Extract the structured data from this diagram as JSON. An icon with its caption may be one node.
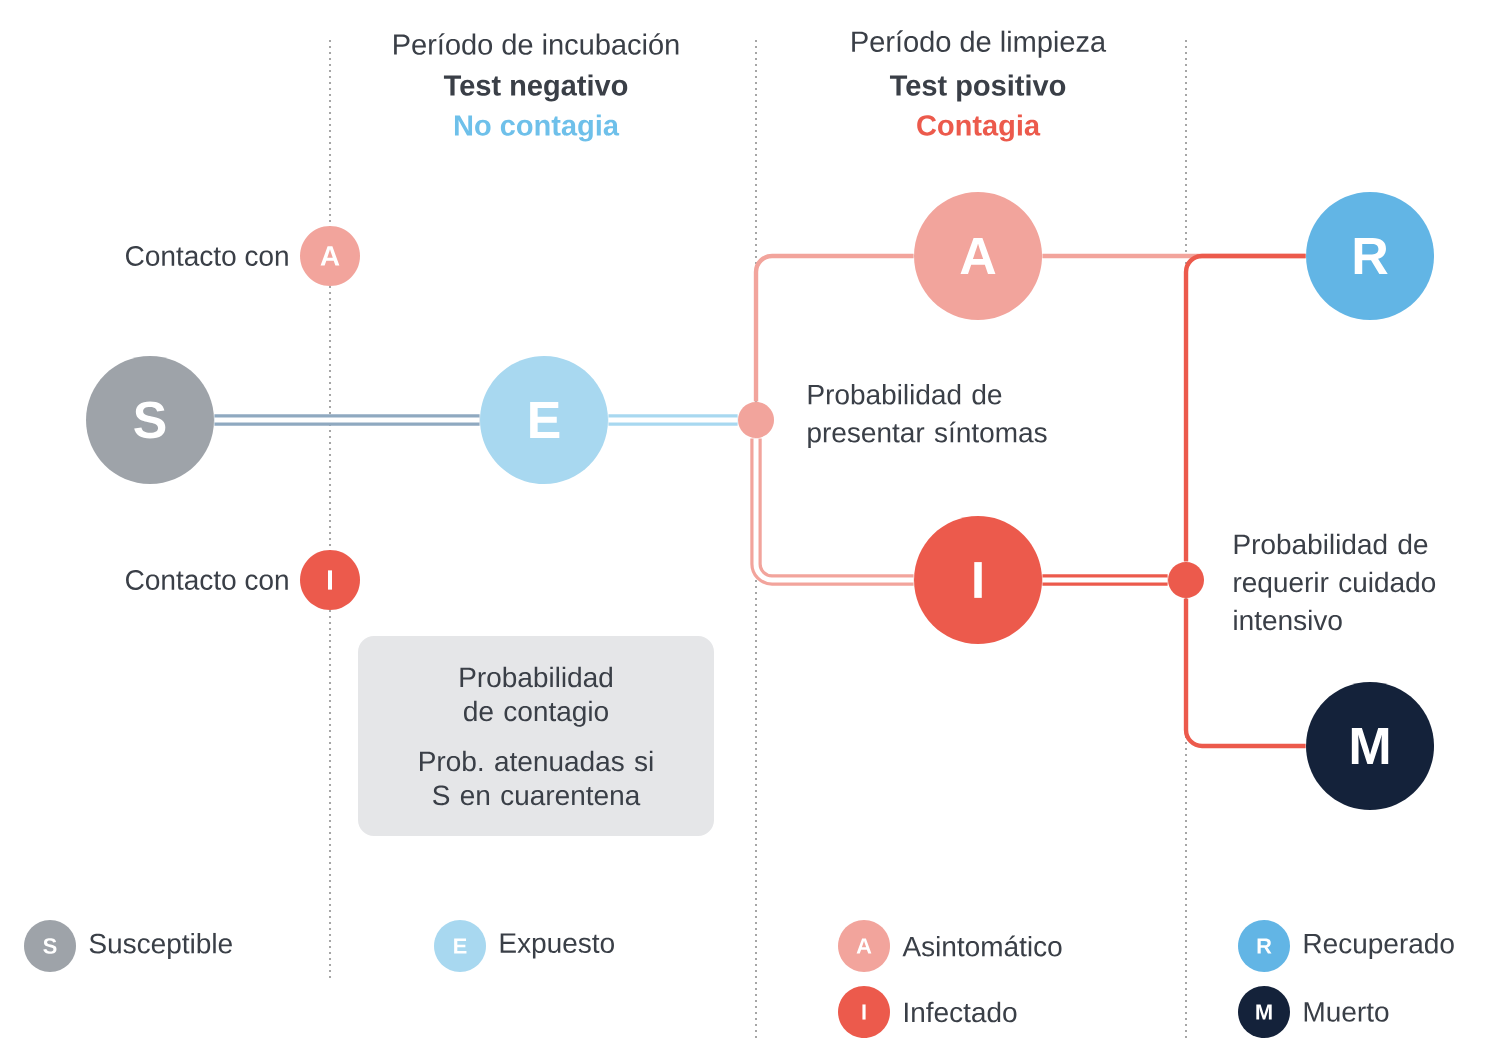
{
  "diagram": {
    "nodes": [
      {
        "text": [
          "S"
        ]
      },
      {
        "text": [
          "E"
        ]
      },
      {
        "text": [],
        "shape": "circle",
        "beside": [
          "Probabilidad de presentar síntomas"
        ]
      },
      {
        "text": [
          "A"
        ]
      },
      {
        "text": [
          "I"
        ]
      },
      {
        "text": [],
        "shape": "circle",
        "beside": [
          "Probabilidad de requerir cuidado intensivo"
        ]
      },
      {
        "text": [
          "R"
        ]
      },
      {
        "text": [
          "M"
        ]
      },
      {
        "text": [
          "A"
        ],
        "beside": [
          "Contacto con"
        ]
      },
      {
        "text": [
          "I"
        ],
        "beside": [
          "Contacto con"
        ]
      },
      {
        "text": [
          "Probabilidad de contagio",
          "Prob. atenuadas si S en cuarentena"
        ]
      },
      {
        "text": [
          "S"
        ],
        "beside": [
          "Susceptible"
        ]
      },
      {
        "text": [
          "E"
        ],
        "beside": [
          "Expuesto"
        ]
      },
      {
        "text": [
          "A"
        ],
        "beside": [
          "Asintomático"
        ]
      },
      {
        "text": [
          "I"
        ],
        "beside": [
          "Infectado"
        ]
      },
      {
        "text": [
          "R"
        ],
        "beside": [
          "Recuperado"
        ]
      },
      {
        "text": [
          "M"
        ],
        "beside": [
          "Muerto"
        ]
      }
    ],
    "edges": [
      {
        "from": 0,
        "to": 1,
        "arrow": "none",
        "style": "thick",
        "color": "#8fa9c0"
      },
      {
        "from": 1,
        "to": 2,
        "arrow": "none",
        "style": "thick",
        "color": "#a8d8f0"
      },
      {
        "from": 2,
        "to": 3,
        "arrow": "none"
      },
      {
        "from": 2,
        "to": 4,
        "arrow": "none",
        "style": "thick"
      },
      {
        "from": 3,
        "to": 6,
        "arrow": "none"
      },
      {
        "from": 4,
        "to": 5,
        "arrow": "none",
        "style": "thick",
        "color": "#ec5a4c"
      },
      {
        "from": 5,
        "to": 6,
        "arrow": "none",
        "color": "#ec5a4c"
      },
      {
        "from": 5,
        "to": 7,
        "arrow": "none",
        "color": "#ec5a4c"
      }
    ],
    "labels": [
      "Período de incubación",
      "Test negativo",
      "No contagia",
      "Período de limpieza",
      "Test positivo",
      "Contagia"
    ]
  }
}
